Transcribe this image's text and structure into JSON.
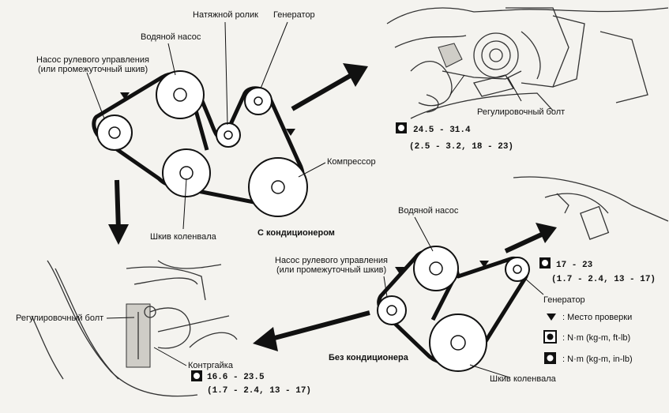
{
  "ac_diagram": {
    "tensioner": "Натяжной ролик",
    "generator": "Генератор",
    "water_pump": "Водяной насос",
    "power_steering_line1": "Насос рулевого управления",
    "power_steering_line2": "(или промежуточный шкив)",
    "compressor": "Компрессор",
    "crankshaft": "Шкив коленвала",
    "caption": "С кондиционером"
  },
  "top_right_photo": {
    "adjust_bolt": "Регулировочный болт",
    "torque_line1": "24.5 - 31.4",
    "torque_line2": "(2.5 - 3.2, 18 - 23)"
  },
  "noac_diagram": {
    "water_pump": "Водяной насос",
    "power_steering_line1": "Насос рулевого управления",
    "power_steering_line2": "(или промежуточный шкив)",
    "generator": "Генератор",
    "crankshaft": "Шкив коленвала",
    "caption": "Без кондиционера",
    "torque_line1": "17 - 23",
    "torque_line2": "(1.7 - 2.4, 13 - 17)"
  },
  "bottom_left_photo": {
    "adjust_bolt": "Регулировочный болт",
    "locknut": "Контргайка",
    "torque_line1": "16.6 - 23.5",
    "torque_line2": "(1.7 - 2.4, 13 - 17)"
  },
  "legend": {
    "check_point": "Место проверки",
    "nm_ftlb": "N·m (kg-m, ft-lb)",
    "nm_inlb": "N·m (kg-m, in-lb)"
  }
}
